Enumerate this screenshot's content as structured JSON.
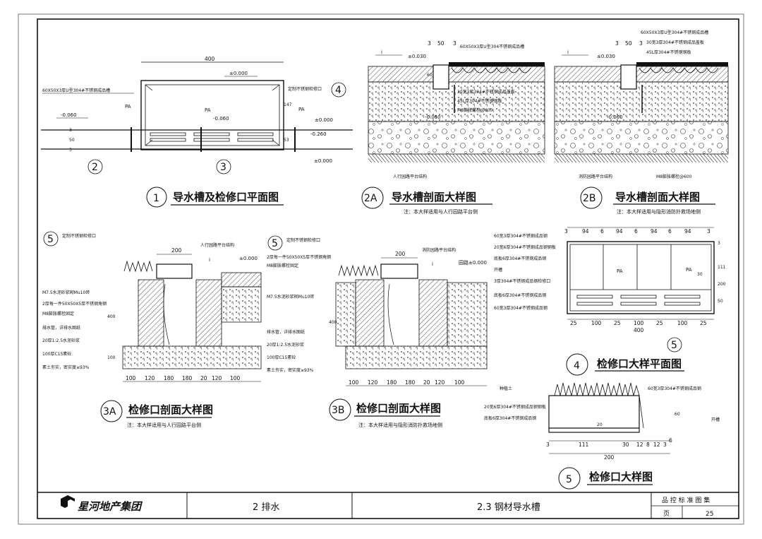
{
  "drawings": {
    "d1": {
      "num": "1",
      "title": "导水槽及检修口平面图",
      "labels": {
        "top_dim": "400",
        "elev_top": "±0.000",
        "elev_left": "-0.060",
        "elev_inner": "-0.060",
        "elev_right1": "±0.000",
        "elev_right2": "-0.260",
        "elev_right3": "±0.000",
        "pa_left": "PA",
        "pa_mid": "PA",
        "pa_right": "PA",
        "callout_left": "60X50X3厚U型304#不锈钢成品槽",
        "callout_right": "定制不锈钢检修口",
        "dim_h1": "147",
        "dim_h2": "53",
        "dim_l1": "50",
        "dim_l2": "3",
        "dim_l3": "3",
        "ref2": "2",
        "ref3": "3",
        "ref4": "4"
      }
    },
    "d2a": {
      "num": "2A",
      "title": "导水槽剖面大样图",
      "note": "注：本大样适用与人行园路平台侧",
      "labels": {
        "d3a": "3",
        "d50": "50",
        "d3b": "3",
        "elev0": "±0.030",
        "elev1": "-0.060",
        "i": "i",
        "c1": "60X50X3厚U型304不锈钢成品槽",
        "c2": "30宽3厚304#不锈钢成品盖板",
        "c3": "45L厚304#不锈钢钢板",
        "c4": "M8膨胀螺栓@600",
        "c5": "人行园路平台结构",
        "d60": "60"
      }
    },
    "d2b": {
      "num": "2B",
      "title": "导水槽剖面大样图",
      "note": "注：本大样适用与隐形消防扑救场地侧",
      "labels": {
        "d3a": "3",
        "d50": "50",
        "d3b": "3",
        "elev0": "±0.030",
        "elev1": "-0.060",
        "i": "i",
        "c1": "60X50X3厚U型304#不锈钢成品槽",
        "c2": "30宽3厚304#不锈钢成品盖板",
        "c3": "45L厚304#不锈钢钢板",
        "c4": "消防园路平台结构",
        "c5": "M8膨胀螺栓@600"
      }
    },
    "d3a": {
      "num": "3A",
      "title": "检修口剖面大样图",
      "note": "注：本大样适用与人行园路平台侧",
      "labels": {
        "ref5": "5",
        "c0": "定制不锈钢检修口",
        "c1": "人行园路平台结构",
        "d200": "200",
        "elev": "±0.000",
        "i": "i",
        "c2": "M7.5水泥砂浆砌Mu10砖",
        "c3": "2厚每一件50X50X5厚不锈钢角钢",
        "c4": "M8膨胀螺栓固定",
        "c5": "排水管，详排水图纸",
        "c6": "20厚1:2.5水泥砂浆",
        "c7": "100厚C15素砼",
        "c8": "素土夯实，密实度≥93%",
        "d400": "400",
        "d100": "100",
        "bottom": [
          "100",
          "120",
          "180",
          "180",
          "20",
          "120",
          "100"
        ]
      }
    },
    "d3b": {
      "num": "3B",
      "title": "检修口剖面大样图",
      "note": "注：本大样适用与隐形消防扑救场地侧",
      "labels": {
        "ref5": "5",
        "c0": "定制不锈钢检修口",
        "c1": "2厚每一件50X50X5厚不锈钢角钢",
        "c2": "M8膨胀螺栓固定",
        "c3": "消防园路平台结构",
        "c4": "园路±0.000",
        "d200": "200",
        "i": "i",
        "c5": "M7.5水泥砂浆砌Mu10砖",
        "c6": "排水管，详排水图纸",
        "c7": "20厚1:2.5水泥砂浆",
        "c8": "100厚C15素砼",
        "c9": "素土夯实，密实度≥93%",
        "d400": "400",
        "bottom": [
          "100",
          "120",
          "180",
          "180",
          "20",
          "120",
          "100"
        ]
      }
    },
    "d4": {
      "num": "4",
      "title": "检修口大样平面图",
      "labels": {
        "c1": "60宽3厚304#不锈钢成品钢",
        "c2": "20宽6厚304#不锈钢成品钢钢板",
        "c3": "底板6厚304#不锈钢成品钢",
        "c4": "开槽",
        "c5": "3厚304#不锈钢成品钢检修口",
        "c6": "底板6厚304#不锈钢成品钢",
        "c7": "60宽3厚304#不锈钢成品钢",
        "top": [
          "3",
          "94",
          "6",
          "94",
          "6",
          "94",
          "6",
          "94",
          "3"
        ],
        "pa1": "PA",
        "pa2": "PA",
        "d30": "30",
        "r111": "111",
        "r200": "200",
        "r50": "50",
        "r3": "3",
        "bottom": [
          "25",
          "100",
          "25",
          "100",
          "25",
          "100",
          "25"
        ],
        "d400": "400",
        "ref5": "5"
      }
    },
    "d5": {
      "num": "5",
      "title": "检修口大样图",
      "labels": {
        "c0": "种植土",
        "c1": "20宽6厚304#不锈钢成品钢钢板",
        "c2": "底板6厚304#不锈钢成品钢",
        "c3": "60宽3厚304#不锈钢成品钢",
        "c4": "开槽",
        "d20": "20",
        "d60": "60",
        "bottom": [
          "3",
          "111",
          "30",
          "12",
          "8",
          "12",
          "3",
          "6"
        ],
        "d200": "200"
      }
    }
  },
  "title_block": {
    "logo_text": "星河地产集团",
    "section": "2  排水",
    "subject": "2.3  钢材导水槽",
    "book": "品 控 标 准 图 集",
    "page_label": "页",
    "page_no": "25"
  }
}
